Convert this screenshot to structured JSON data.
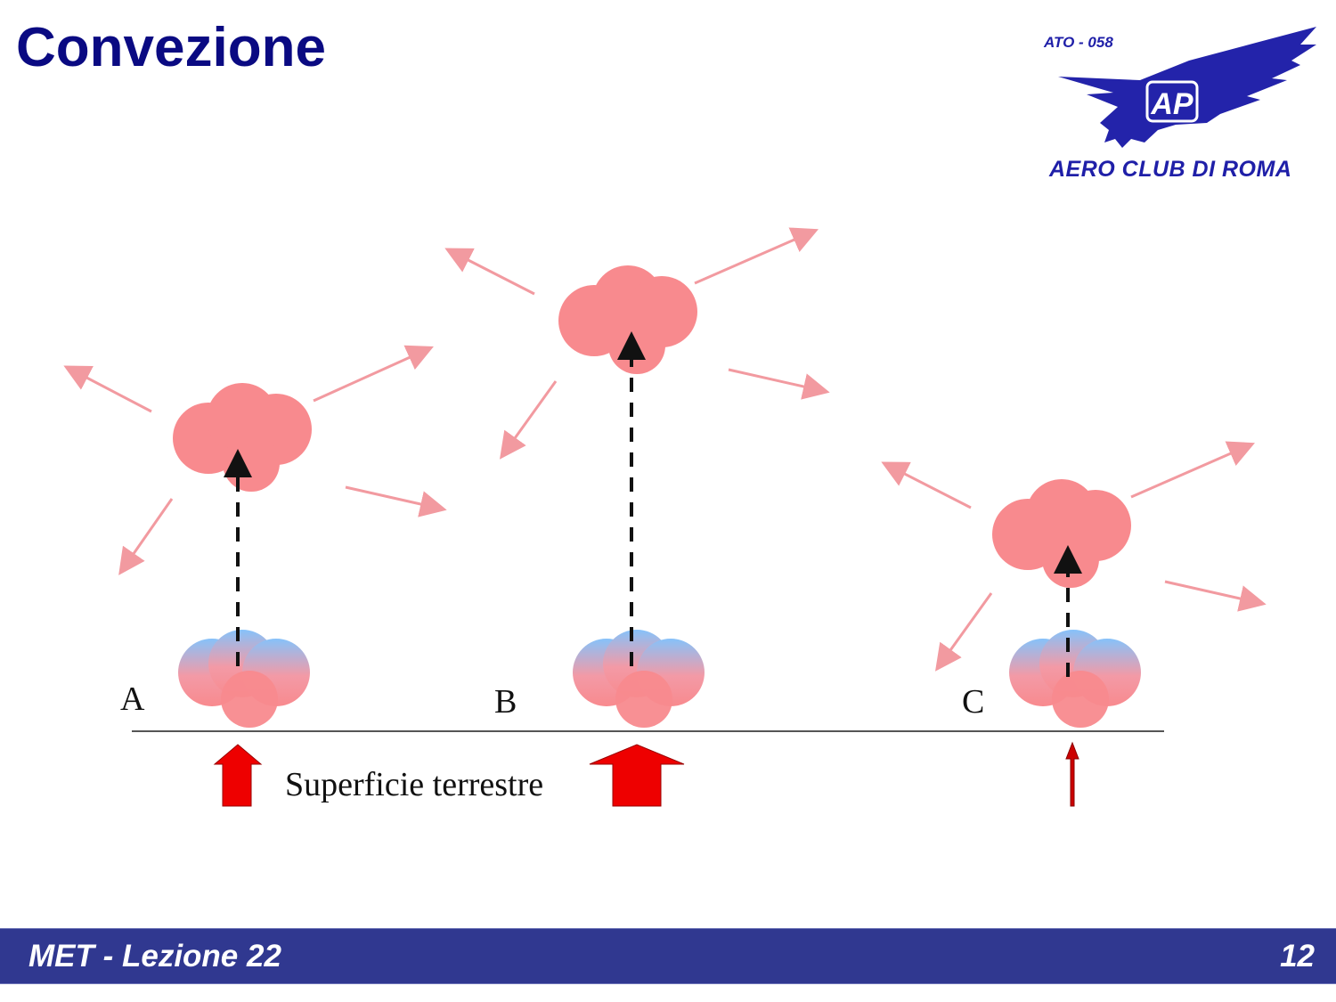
{
  "slide": {
    "title": "Convezione",
    "logo": {
      "code": "ATO - 058",
      "monogram": "AP",
      "name": "AERO CLUB DI ROMA"
    },
    "diagram": {
      "labels": {
        "a": "A",
        "b": "B",
        "c": "C"
      },
      "surface_label": "Superficie terrestre",
      "colors": {
        "warm_cloud": "#f88a8e",
        "cold_top": "#8ec4f8",
        "outflow_arrow": "#f29aa0",
        "heat_arrow": "#ee0000",
        "ground_line": "#555555"
      },
      "columns": [
        {
          "label": "A",
          "heat_strength": "medium"
        },
        {
          "label": "B",
          "heat_strength": "strong"
        },
        {
          "label": "C",
          "heat_strength": "weak"
        }
      ]
    },
    "footer": {
      "course": "MET - Lezione 22",
      "page_number": "12"
    }
  }
}
